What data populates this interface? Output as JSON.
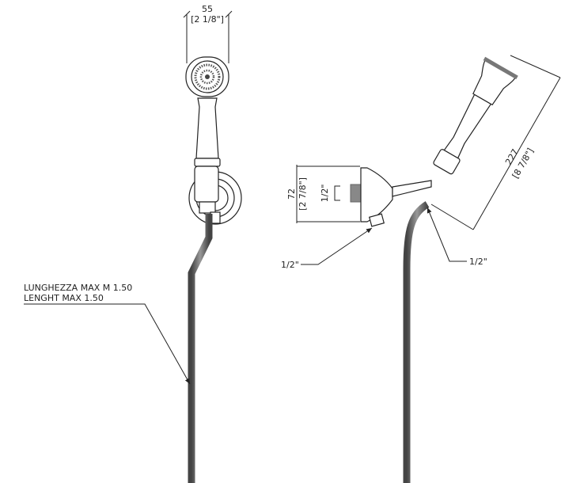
{
  "front_view": {
    "width_mm": "55",
    "width_in": "[2 1/8\"]",
    "hose_label_it": "LUNGHEZZA MAX M 1.50",
    "hose_label_en": "LENGHT MAX 1.50"
  },
  "side_view": {
    "height_mm": "72",
    "height_in": "[2 7/8\"]",
    "thread_size": "1/2\"",
    "hose_inlet": "1/2\"",
    "hose_outlet": "1/2\"",
    "length_mm": "227",
    "length_in": "[8 7/8\"]"
  }
}
